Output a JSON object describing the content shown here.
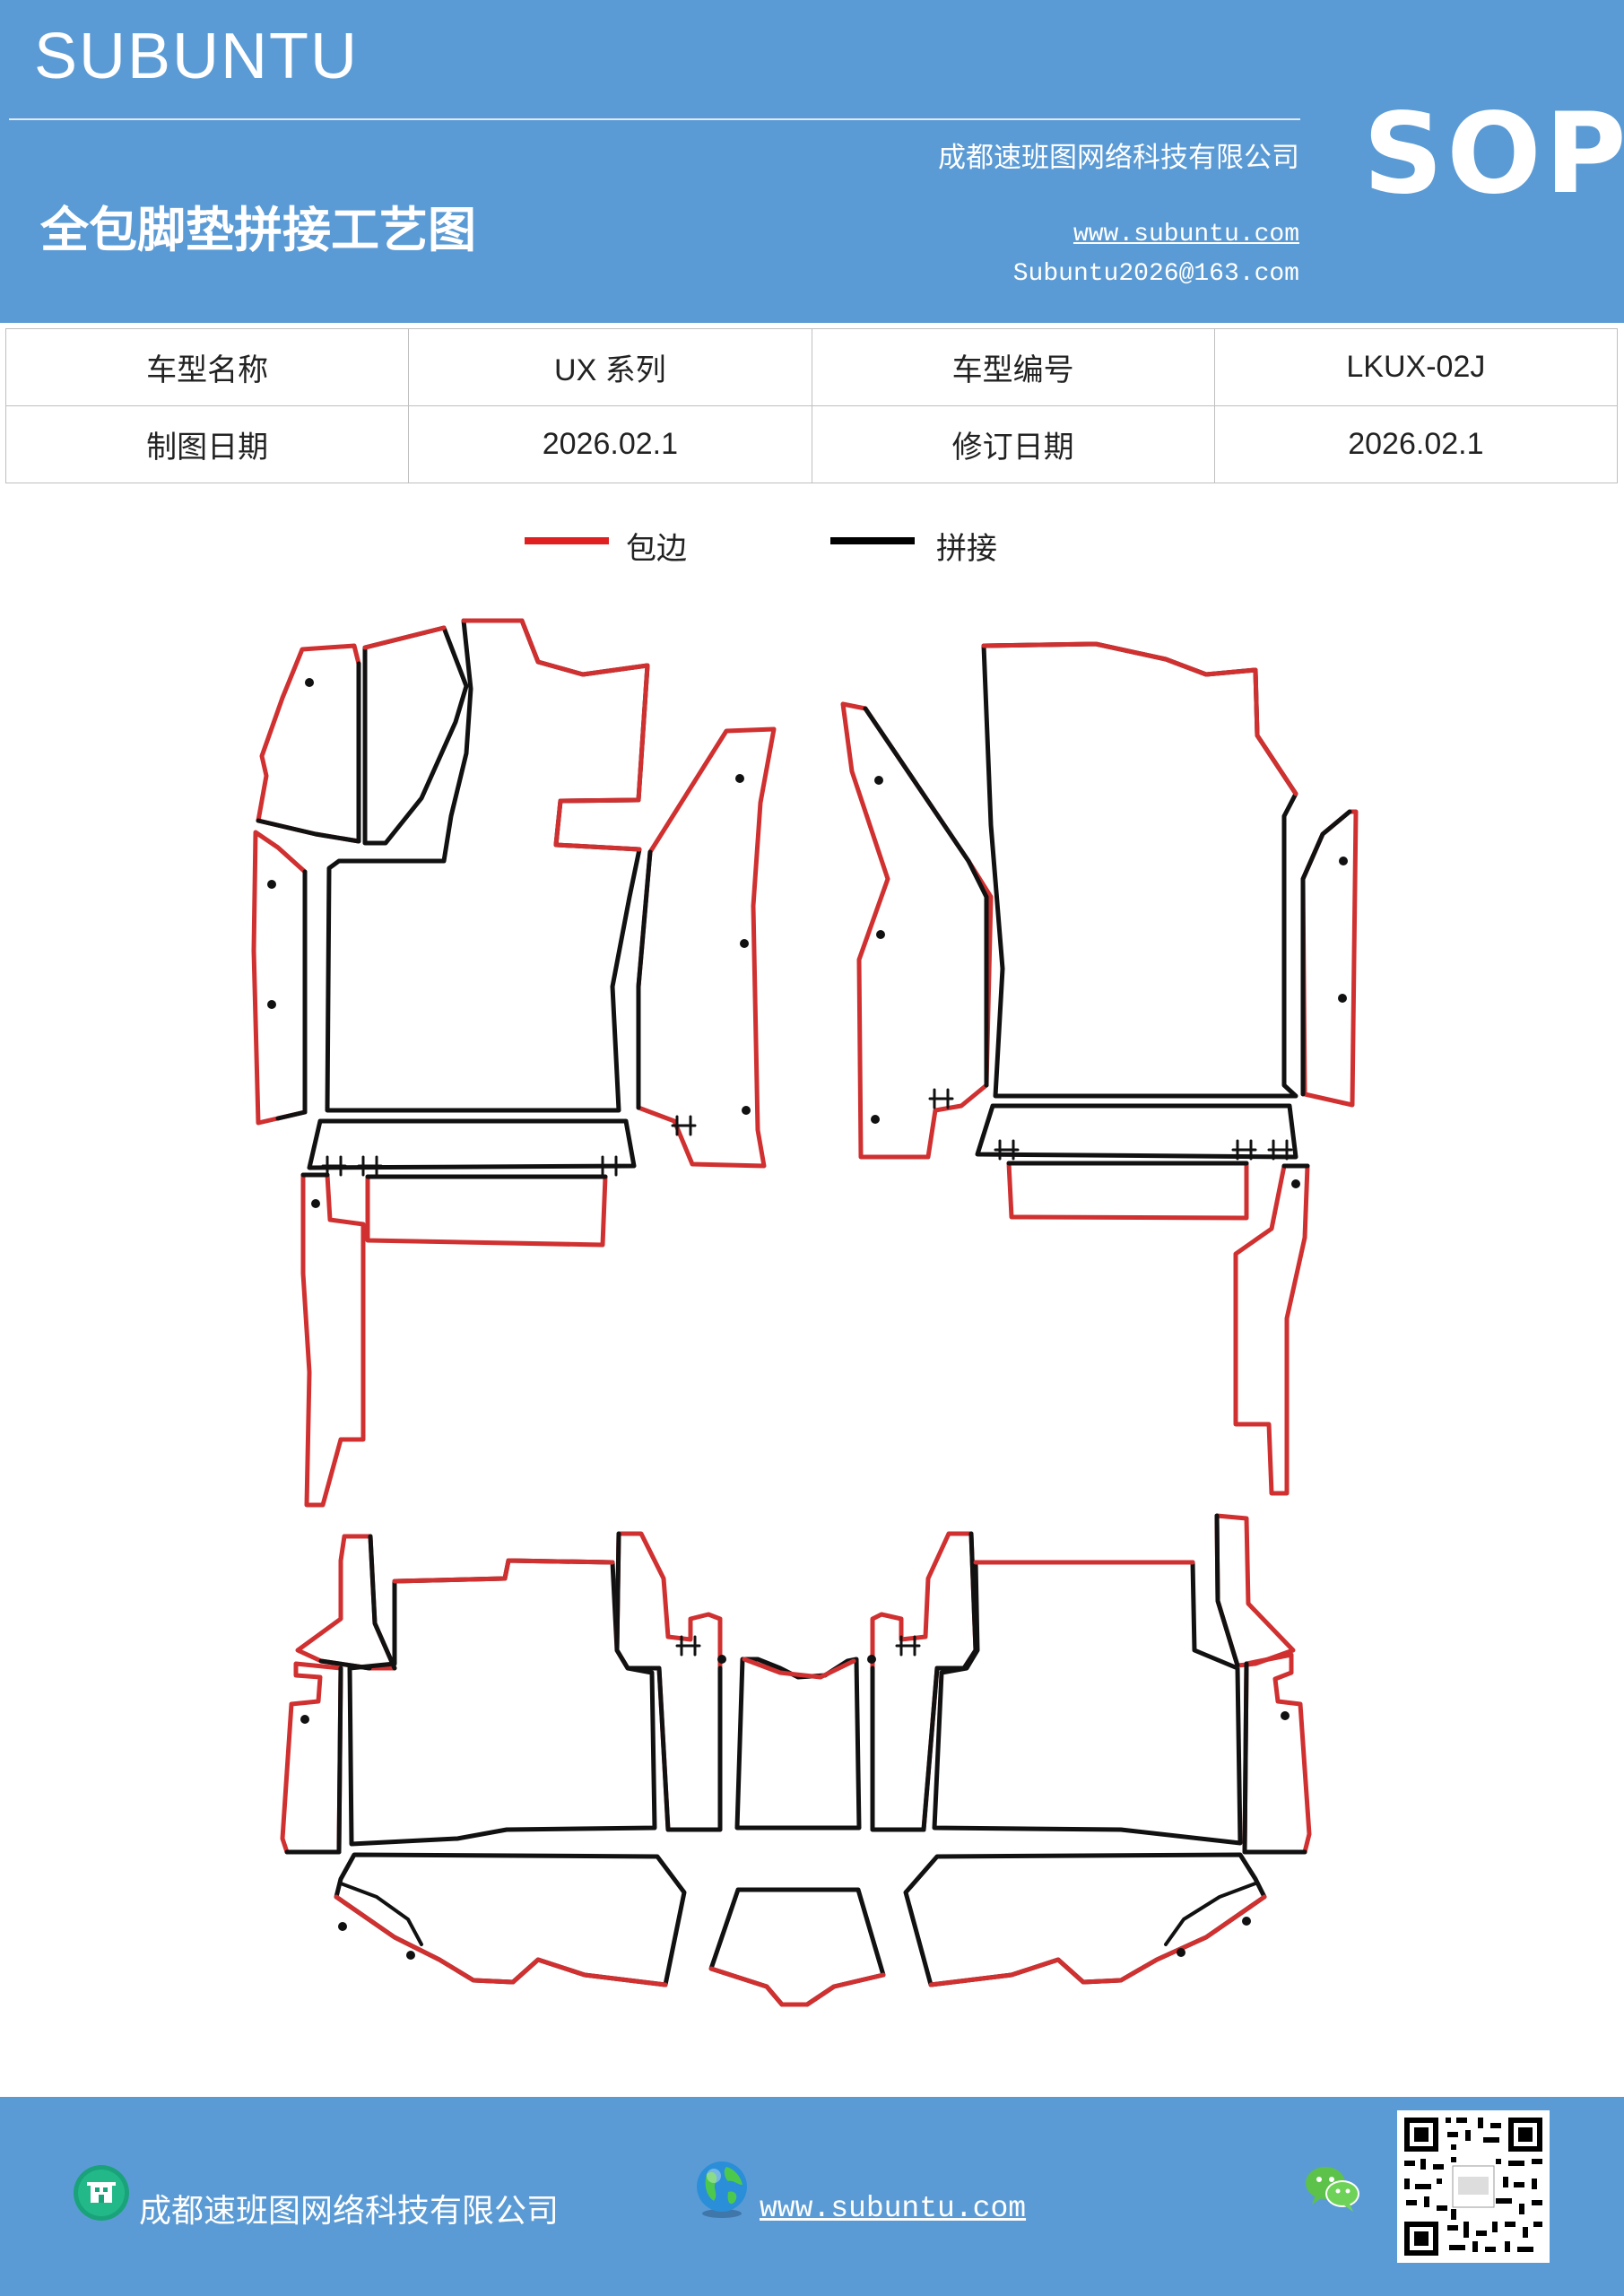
{
  "header": {
    "brand": "SUBUNTU",
    "company": "成都速班图网络科技有限公司",
    "title": "全包脚垫拼接工艺图",
    "website": "www.subuntu.com",
    "email": "Subuntu2026@163.com",
    "badge": "SOP",
    "background_color": "#5b9bd5"
  },
  "info_table": {
    "model_name_label": "车型名称",
    "model_name_value": "UX 系列",
    "model_code_label": "车型编号",
    "model_code_value": "LKUX-02J",
    "draw_date_label": "制图日期",
    "draw_date_value": "2026.02.1",
    "revise_date_label": "修订日期",
    "revise_date_value": "2026.02.1"
  },
  "legend": {
    "items": [
      {
        "label": "包边",
        "color": "#e02020"
      },
      {
        "label": "拼接",
        "color": "#000000"
      }
    ]
  },
  "diagram": {
    "edge_color": "#d03030",
    "seam_color": "#111111",
    "pieces": [
      "front-left",
      "front-right",
      "rear-left",
      "rear-right",
      "rear-center"
    ]
  },
  "footer": {
    "company": "成都速班图网络科技有限公司",
    "website": "www.subuntu.com",
    "icons": [
      "company-icon",
      "globe-icon",
      "wechat-icon",
      "qr-code"
    ]
  }
}
